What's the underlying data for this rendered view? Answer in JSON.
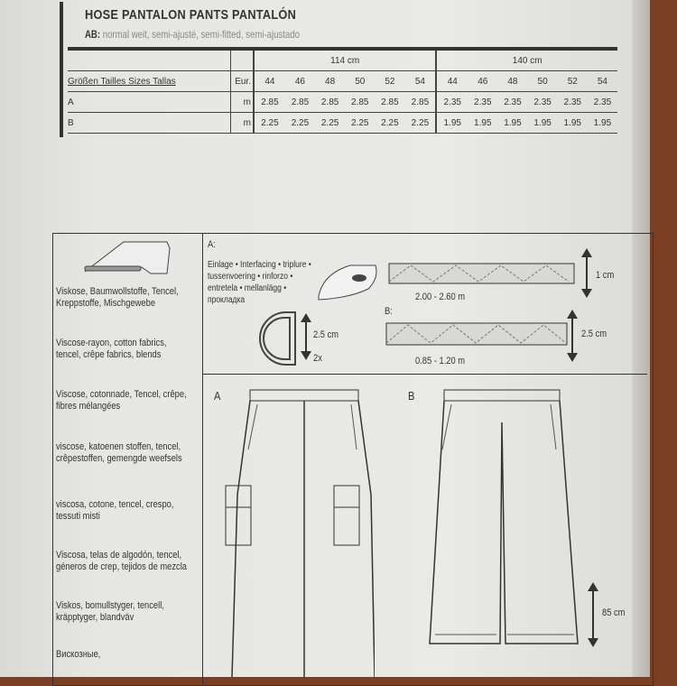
{
  "header": {
    "title": "HOSE PANTALON PANTS PANTALÓN",
    "fit_prefix": "AB:",
    "fit": "normal weit, semi-ajusté, semi-fitted, semi-ajustado"
  },
  "table": {
    "widths": [
      "114 cm",
      "140 cm"
    ],
    "size_label": "Größen Tailles Sizes Tallas",
    "eur": "Eur.",
    "sizes": [
      "44",
      "46",
      "48",
      "50",
      "52",
      "54",
      "44",
      "46",
      "48",
      "50",
      "52",
      "54"
    ],
    "rows": [
      {
        "name": "A",
        "unit": "m",
        "values": [
          "2.85",
          "2.85",
          "2.85",
          "2.85",
          "2.85",
          "2.85",
          "2.35",
          "2.35",
          "2.35",
          "2.35",
          "2.35",
          "2.35"
        ]
      },
      {
        "name": "B",
        "unit": "m",
        "values": [
          "2.25",
          "2.25",
          "2.25",
          "2.25",
          "2.25",
          "2.25",
          "1.95",
          "1.95",
          "1.95",
          "1.95",
          "1.95",
          "1.95"
        ]
      }
    ]
  },
  "fabrics": [
    "Viskose, Baumwollstoffe, Tencel,",
    "Kreppstoffe, Mischgewebe",
    "Viscose-rayon, cotton fabrics,",
    "tencel, crêpe fabrics, blends",
    "Viscose, cotonnade, Tencel, crêpe,",
    "fibres mélangées",
    "viscose, katoenen stoffen, tencel,",
    "crêpestoffen, gemengde weefsels",
    "viscosa, cotone, tencel, crespo,",
    "tessuti misti",
    "Viscosa, telas de algodón, tencel,",
    "géneros de crep, tejidos de mezcla",
    "Viskos, bomullstyger, tencell,",
    "kräpptyger, blandväv",
    "Вискозные,"
  ],
  "notions": {
    "a_label": "A:",
    "interfacing": [
      "Einlage • Interfacing • triplure •",
      "tussenvoering • rinforzo •",
      "entretela • mellanlägg •",
      "прокладка"
    ],
    "a_width": "1 cm",
    "a_length": "2.00 - 2.60 m",
    "ring_size": "2.5 cm",
    "ring_qty": "2x",
    "b_label": "B:",
    "b_width": "2.5 cm",
    "b_length": "0.85 - 1.20 m"
  },
  "views": {
    "a": "A",
    "b": "B",
    "b_length": "85 cm"
  }
}
